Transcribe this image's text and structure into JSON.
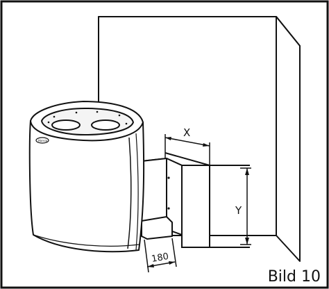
{
  "figure": {
    "caption": "Bild 10",
    "heater_logo": "Harvia",
    "dimensions": {
      "x_label": "X",
      "y_label": "Y",
      "depth_label": "180"
    }
  },
  "colors": {
    "line": "#111111",
    "background": "#ffffff"
  }
}
